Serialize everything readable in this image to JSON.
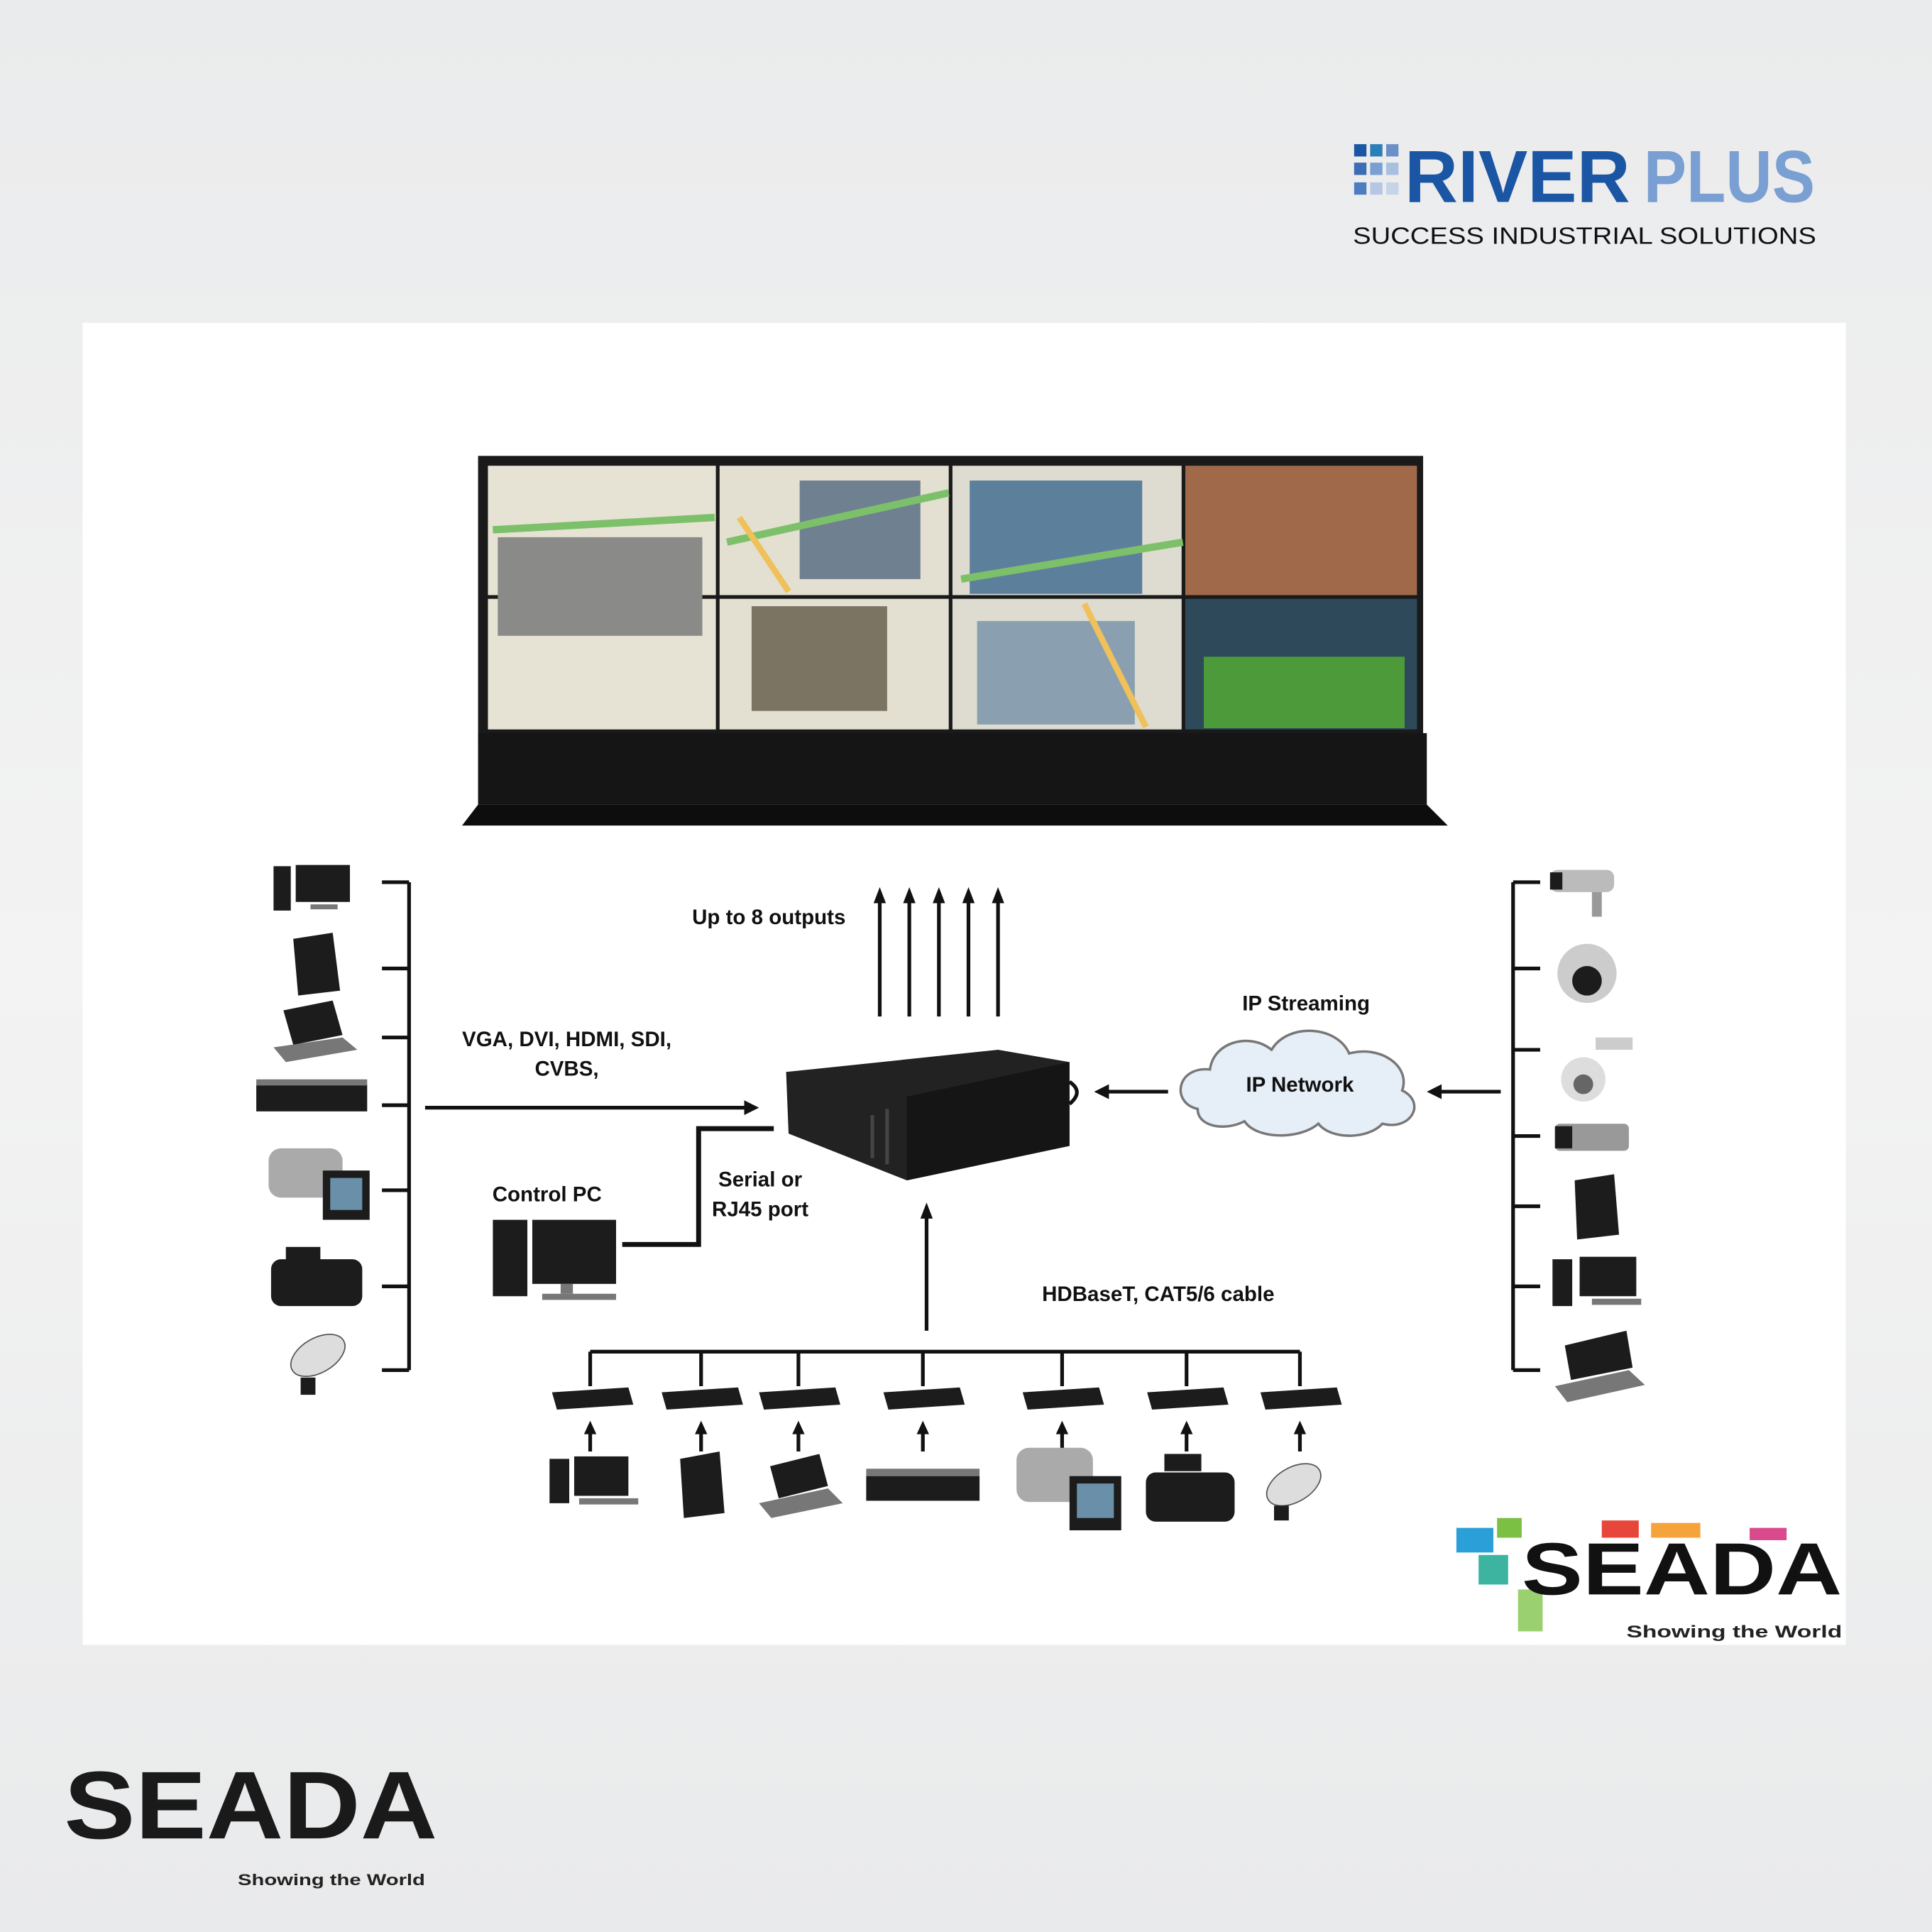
{
  "brand": {
    "riverplus": {
      "word1": "RIVER",
      "word2": "PLUS",
      "tagline": "SUCCESS INDUSTRIAL SOLUTIONS",
      "color_dark": "#1a56a4",
      "color_light": "#7a9fd2"
    },
    "seada": {
      "name": "SEADA",
      "tagline": "Showing the World"
    }
  },
  "diagram": {
    "outputs_label": "Up to 8 outputs",
    "inputs_label_line1": "VGA, DVI, HDMI, SDI,",
    "inputs_label_line2": "CVBS,",
    "ip_streaming_label": "IP Streaming",
    "ip_network_label": "IP Network",
    "control_pc_label": "Control PC",
    "serial_label_line1": "Serial or",
    "serial_label_line2": "RJ45 port",
    "hdbaset_label": "HDBaseT, CAT5/6 cable",
    "left_sources": [
      "desktop-pc",
      "tower-pc",
      "laptop",
      "dvd-player",
      "camcorder",
      "pro-video-camera",
      "satellite-dish"
    ],
    "right_sources": [
      "bullet-ip-camera",
      "dome-ip-camera",
      "ptz-ip-camera",
      "box-ip-camera",
      "tower-pc",
      "desktop-pc",
      "laptop"
    ],
    "bottom_sources": [
      "desktop-pc",
      "tower-pc",
      "laptop",
      "dvd-player",
      "camcorder",
      "pro-video-camera",
      "satellite-dish"
    ]
  }
}
